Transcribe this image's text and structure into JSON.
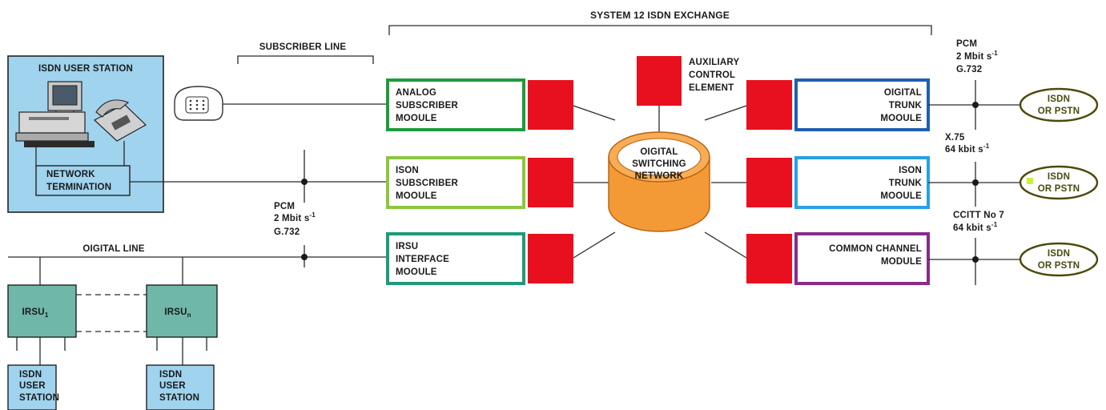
{
  "exchange": {
    "title": "SYSTEM 12 ISDN EXCHANGE",
    "switching_network": [
      "OIGITAL",
      "SWITCHING",
      "NETWORK"
    ],
    "auxiliary_control": [
      "AUXILIARY",
      "CONTROL",
      "ELEMENT"
    ]
  },
  "subscriber_side": {
    "subscriber_line_label": "SUBSCRIBER LINE",
    "user_station_title": "ISDN USER STATION",
    "network_termination": [
      "NETWORK",
      "TERMINATION"
    ],
    "pcm": [
      "PCM",
      "2 Mbit s",
      "-1",
      "G.732"
    ],
    "digital_line_label": "OIGITAL LINE",
    "irsu_1": {
      "base": "IRSU",
      "sub": "1"
    },
    "irsu_n": {
      "base": "IRSU",
      "sub": "n"
    },
    "remote_station_1": [
      "ISDN",
      "USER",
      "STATION"
    ],
    "remote_station_2": [
      "ISDN",
      "USER",
      "STATION"
    ]
  },
  "left_modules": [
    {
      "lines": [
        "ANALOG",
        "SUBSCRIBER",
        "MOOULE"
      ],
      "border": "#1f9a3c"
    },
    {
      "lines": [
        "ISON",
        "SUBSCRIBER",
        "MOOULE"
      ],
      "border": "#8cc63e"
    },
    {
      "lines": [
        "IRSU",
        "INTERFACE",
        "MOOULE"
      ],
      "border": "#1f9a7c"
    }
  ],
  "right_modules": [
    {
      "lines": [
        "OIGITAL",
        "TRUNK",
        "MOOULE"
      ],
      "border": "#1f5fb0"
    },
    {
      "lines": [
        "ISON",
        "TRUNK",
        "MOOULE"
      ],
      "border": "#2aa0e0"
    },
    {
      "lines": [
        "COMMON CHANNEL",
        "MODULE"
      ],
      "border": "#8a2a8a"
    }
  ],
  "trunk_side": {
    "link_1": [
      "PCM",
      "2 Mbit s",
      "-1",
      "G.732"
    ],
    "link_2": [
      "X.75",
      "64 kbit s",
      "-1"
    ],
    "link_3": [
      "CCITT No 7",
      "64 kbit s",
      "-1"
    ],
    "networks": [
      [
        "ISDN",
        "OR PSTN"
      ],
      [
        "ISDN",
        "OR PSTN"
      ],
      [
        "ISDN",
        "OR PSTN"
      ]
    ]
  },
  "colors": {
    "control_element_red": "#e8101e",
    "user_station_fill": "#9fd3ee",
    "irsu_fill": "#6fb7a8",
    "network_fill": "#f39a36",
    "network_ellipse_border": "#4b4a0c"
  }
}
